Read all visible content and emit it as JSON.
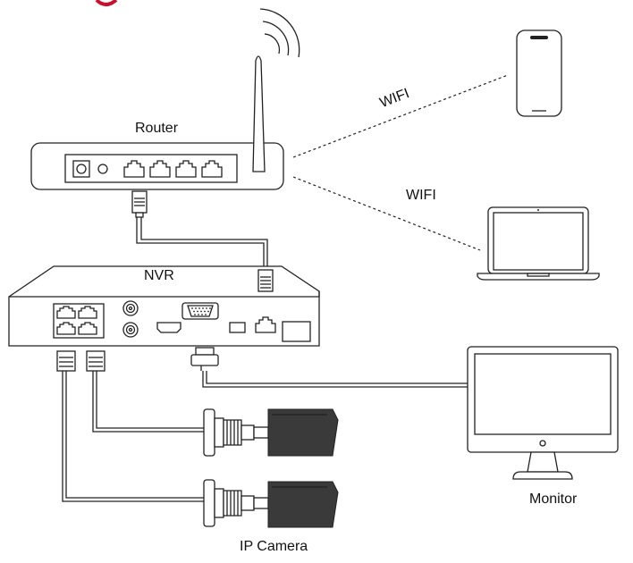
{
  "labels": {
    "router": "Router",
    "nvr": "NVR",
    "wifi_phone": "WIFI",
    "wifi_laptop": "WIFI",
    "monitor": "Monitor",
    "ip_camera": "IP Camera"
  },
  "colors": {
    "line": "#222222",
    "camera_body": "#3a3a3a",
    "background": "#ffffff",
    "accent_red": "#c8102e"
  },
  "icons": [
    "wifi-signal-icon",
    "smartphone-icon",
    "laptop-icon",
    "monitor-icon",
    "ip-camera-icon",
    "ethernet-plug-icon",
    "vga-plug-icon"
  ]
}
